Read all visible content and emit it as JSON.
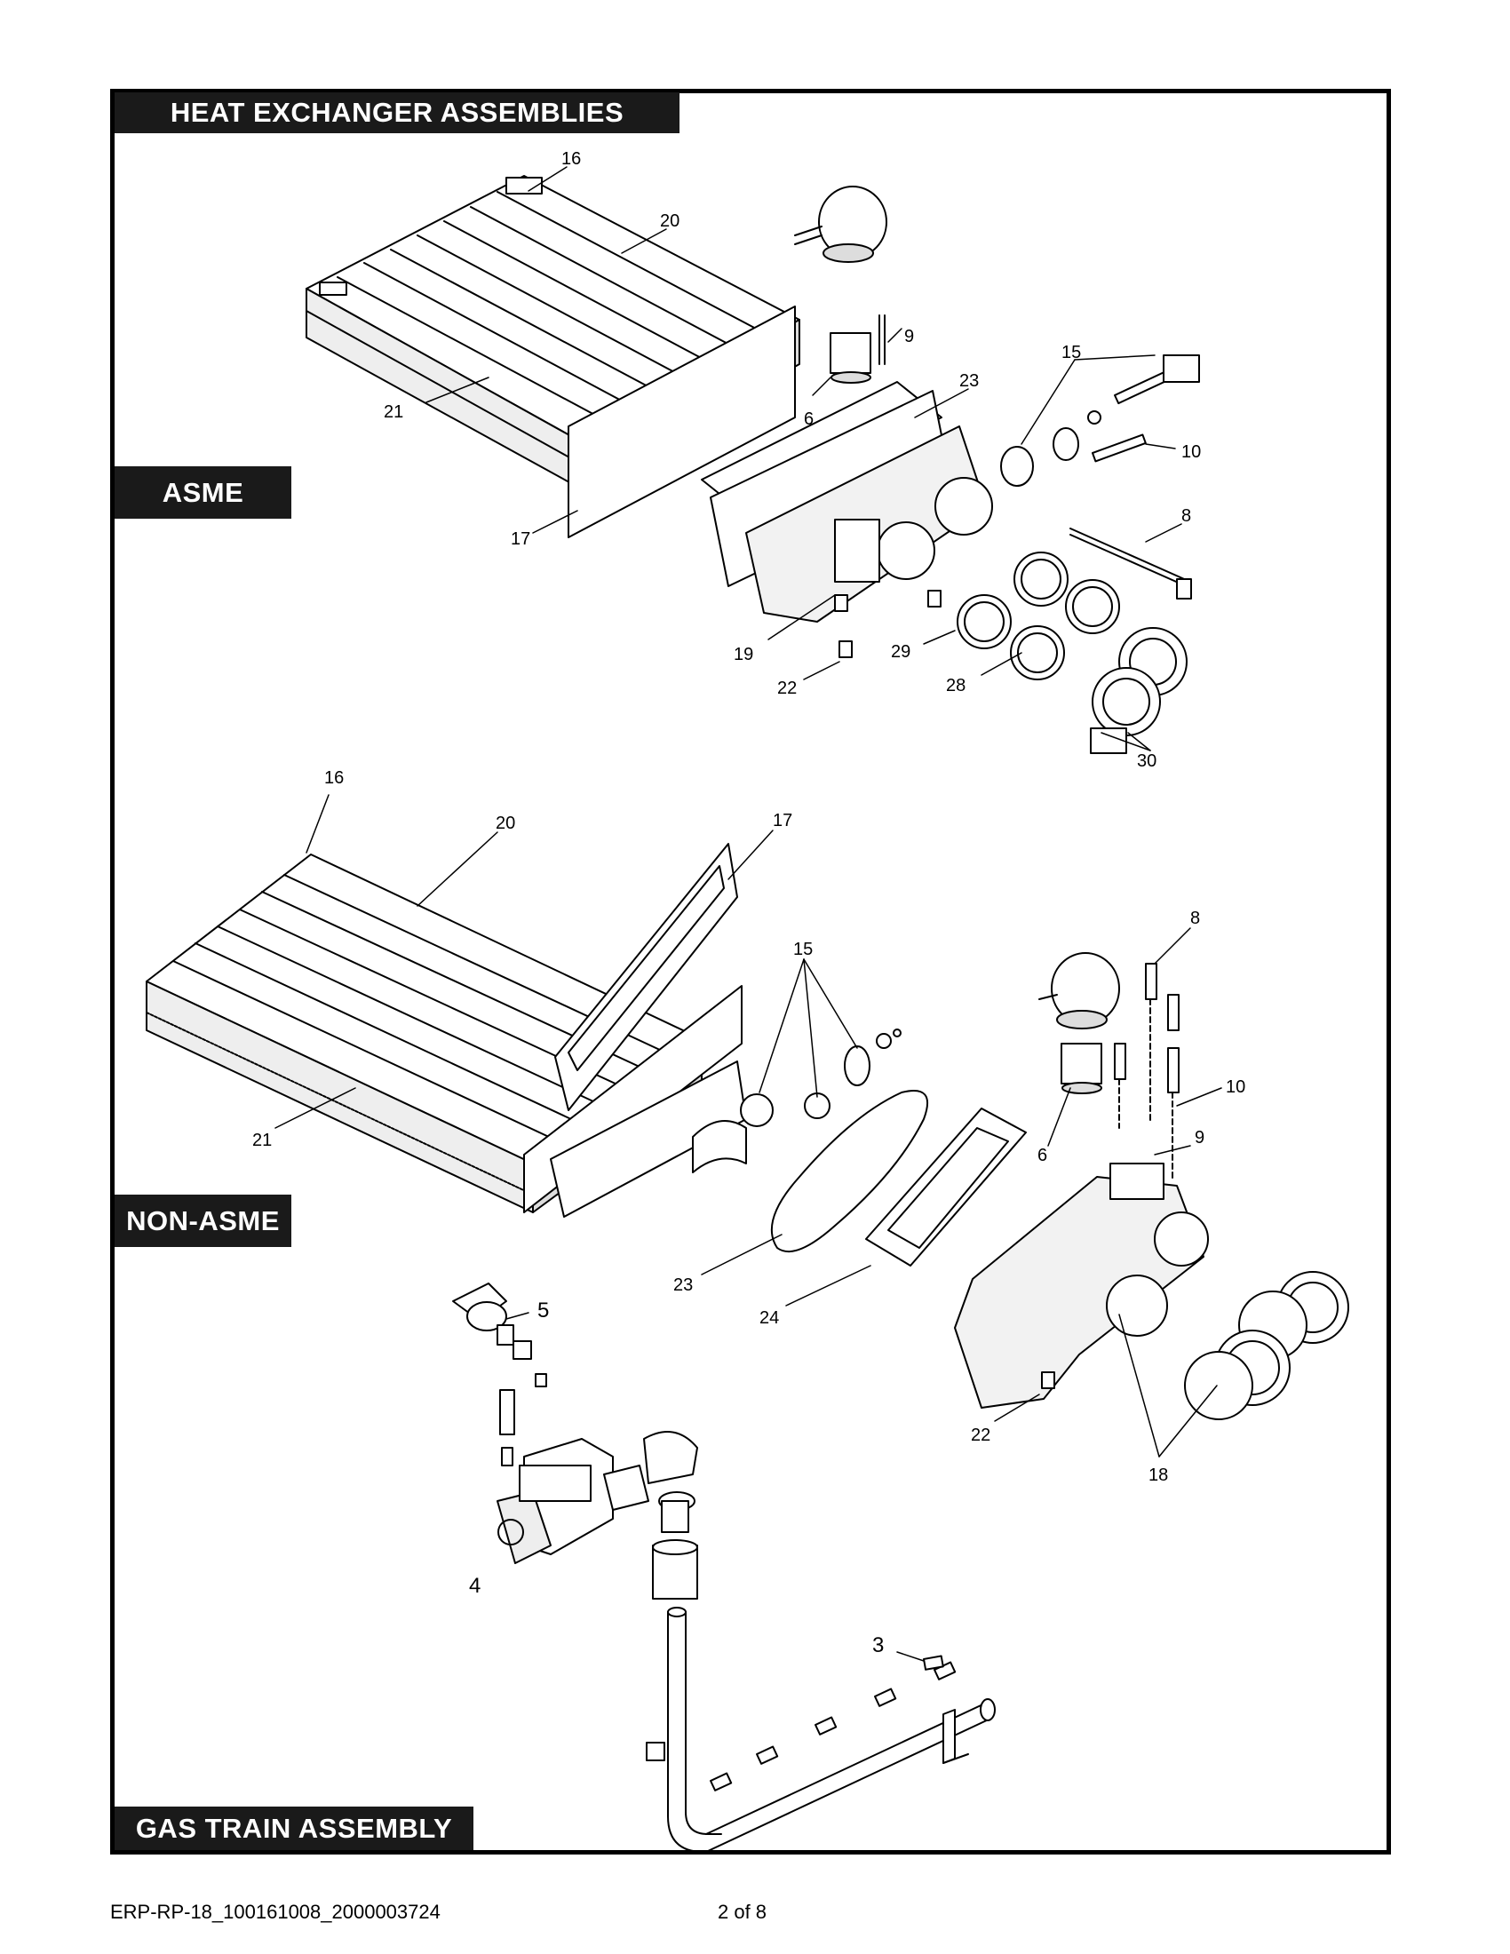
{
  "sections": {
    "heat_exchanger": "HEAT EXCHANGER ASSEMBLIES",
    "asme": "ASME",
    "non_asme": "NON-ASME",
    "gas_train": "GAS TRAIN ASSEMBLY"
  },
  "asme_callouts": {
    "c16": "16",
    "c20": "20",
    "c9": "9",
    "c15": "15",
    "c23": "23",
    "c6": "6",
    "c10": "10",
    "c21": "21",
    "c17": "17",
    "c8": "8",
    "c19": "19",
    "c29": "29",
    "c22": "22",
    "c28": "28",
    "c30": "30"
  },
  "nonasme_callouts": {
    "c16": "16",
    "c20": "20",
    "c17": "17",
    "c15": "15",
    "c8": "8",
    "c10": "10",
    "c9": "9",
    "c6": "6",
    "c21": "21",
    "c23": "23",
    "c24": "24",
    "c22": "22",
    "c18": "18"
  },
  "gas_callouts": {
    "c5": "5",
    "c4": "4",
    "c3": "3"
  },
  "footer": {
    "doc_id": "ERP-RP-18_100161008_2000003724",
    "page": "2 of 8"
  }
}
